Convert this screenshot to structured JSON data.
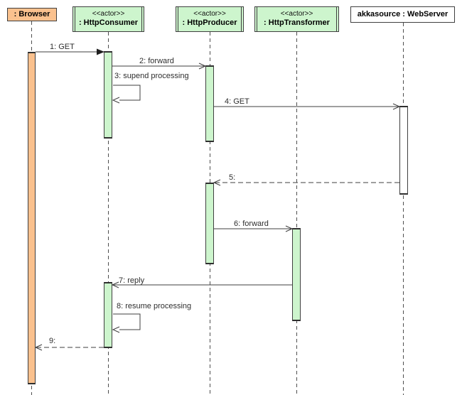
{
  "participants": [
    {
      "name": ": Browser",
      "stereotype": "",
      "kind": "object",
      "fill": "#fac18e"
    },
    {
      "name": ": HttpConsumer",
      "stereotype": "<<actor>>",
      "kind": "actor",
      "fill": "#cdf5cd"
    },
    {
      "name": ": HttpProducer",
      "stereotype": "<<actor>>",
      "kind": "actor",
      "fill": "#cdf5cd"
    },
    {
      "name": ": HttpTransformer",
      "stereotype": "<<actor>>",
      "kind": "actor",
      "fill": "#cdf5cd"
    },
    {
      "name": "akkasource : WebServer",
      "stereotype": "",
      "kind": "object",
      "fill": "#ffffff"
    }
  ],
  "messages": [
    {
      "label": "1: GET",
      "from": ": Browser",
      "to": ": HttpConsumer",
      "line": "solid",
      "arrow": "filled"
    },
    {
      "label": "2: forward",
      "from": ": HttpConsumer",
      "to": ": HttpProducer",
      "line": "solid",
      "arrow": "open"
    },
    {
      "label": "3: supend processing",
      "from": ": HttpConsumer",
      "to": ": HttpConsumer",
      "line": "solid",
      "arrow": "open",
      "self": true
    },
    {
      "label": "4: GET",
      "from": ": HttpProducer",
      "to": "akkasource : WebServer",
      "line": "solid",
      "arrow": "open"
    },
    {
      "label": "5:",
      "from": "akkasource : WebServer",
      "to": ": HttpProducer",
      "line": "dashed",
      "arrow": "open"
    },
    {
      "label": "6: forward",
      "from": ": HttpProducer",
      "to": ": HttpTransformer",
      "line": "solid",
      "arrow": "open"
    },
    {
      "label": "7: reply",
      "from": ": HttpTransformer",
      "to": ": HttpConsumer",
      "line": "solid",
      "arrow": "open"
    },
    {
      "label": "8: resume processing",
      "from": ": HttpConsumer",
      "to": ": HttpConsumer",
      "line": "solid",
      "arrow": "open",
      "self": true
    },
    {
      "label": "9:",
      "from": ": HttpConsumer",
      "to": ": Browser",
      "line": "dashed",
      "arrow": "open"
    }
  ],
  "colors": {
    "actor_fill": "#cdf5cd",
    "browser_fill": "#fac18e",
    "webserver_fill": "#ffffff",
    "line": "#3f3f3f",
    "border": "#404040"
  }
}
